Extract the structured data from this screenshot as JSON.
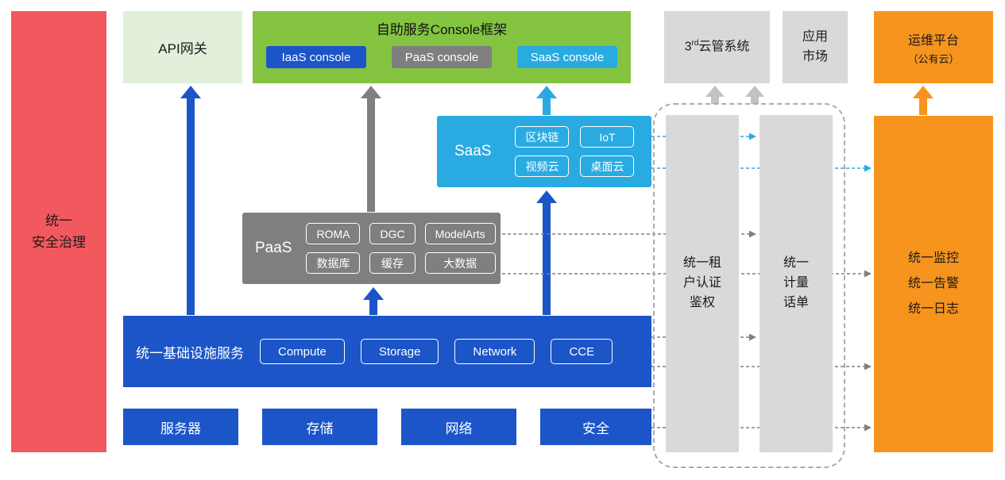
{
  "colors": {
    "red": "#F2595F",
    "light_green": "#E2EFDA",
    "green": "#84C441",
    "blue": "#1B55C8",
    "gray": "#7F7F7F",
    "light_gray": "#D9D9D9",
    "arrow_light_gray": "#C2C2C2",
    "cyan": "#29ABE2",
    "orange": "#F7941E",
    "dashed_gray": "#808080"
  },
  "security_bar": {
    "label": "统一\n安全治理"
  },
  "api_gateway": {
    "label": "API网关"
  },
  "console_framework": {
    "title": "自助服务Console框架",
    "buttons": [
      {
        "label": "IaaS console"
      },
      {
        "label": "PaaS console"
      },
      {
        "label": "SaaS console"
      }
    ]
  },
  "third_party_cloud": {
    "base": "3",
    "sup": "rd",
    "rest": "云管系统"
  },
  "app_market": {
    "label": "应用\n市场"
  },
  "ops_platform": {
    "line1": "运维平台",
    "line2": "（公有云）"
  },
  "saas": {
    "label": "SaaS",
    "items": [
      "区块链",
      "IoT",
      "视频云",
      "桌面云"
    ]
  },
  "paas": {
    "label": "PaaS",
    "items": [
      "ROMA",
      "DGC",
      "ModelArts",
      "数据库",
      "缓存",
      "大数据"
    ]
  },
  "infrastructure": {
    "label": "统一基础设施服务",
    "items": [
      "Compute",
      "Storage",
      "Network",
      "CCE"
    ]
  },
  "bottom_row": {
    "items": [
      "服务器",
      "存储",
      "网络",
      "安全"
    ]
  },
  "auth_bar": {
    "label": "统一租\n户认证\n鉴权"
  },
  "metering_bar": {
    "label": "统一\n计量\n话单"
  },
  "monitoring": {
    "label": "统一监控\n统一告警\n统一日志"
  }
}
